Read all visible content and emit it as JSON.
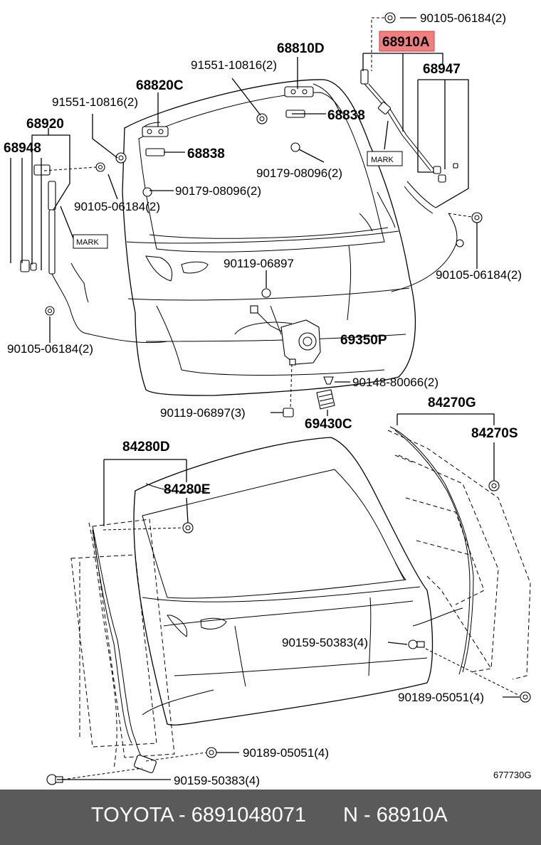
{
  "labels": {
    "l_90105_top": "90105-06184(2)",
    "l_68910a": "68910A",
    "l_68810d": "68810D",
    "l_91551_a": "91551-10816(2)",
    "l_68947": "68947",
    "l_68820c": "68820C",
    "l_91551_b": "91551-10816(2)",
    "l_68838_a": "68838",
    "l_68920": "68920",
    "l_68948": "68948",
    "l_68838_b": "68838",
    "l_90179_a": "90179-08096(2)",
    "l_90179_b": "90179-08096(2)",
    "l_90105_left": "90105-06184(2)",
    "l_90105_right": "90105-06184(2)",
    "l_90119_a": "90119-06897",
    "l_69350p": "69350P",
    "l_90105_bottomleft": "90105-06184(2)",
    "l_90148": "90148-80066(2)",
    "l_90119_b": "90119-06897(3)",
    "l_69430c": "69430C",
    "l_84270g": "84270G",
    "l_84280d": "84280D",
    "l_84270s": "84270S",
    "l_84280e": "84280E",
    "l_90159_a": "90159-50383(4)",
    "l_90189_a": "90189-05051(4)",
    "l_90189_b": "90189-05051(4)",
    "l_90159_b": "90159-50383(4)",
    "mark_left": "MARK",
    "mark_right": "MARK",
    "diagram_code": "677730G"
  },
  "highlight": {
    "part": "68910A",
    "color": "#f08080"
  },
  "footer": {
    "brand": "TOYOTA - 6891048071",
    "ref": "N - 68910A",
    "background": "#5a5a5a"
  }
}
